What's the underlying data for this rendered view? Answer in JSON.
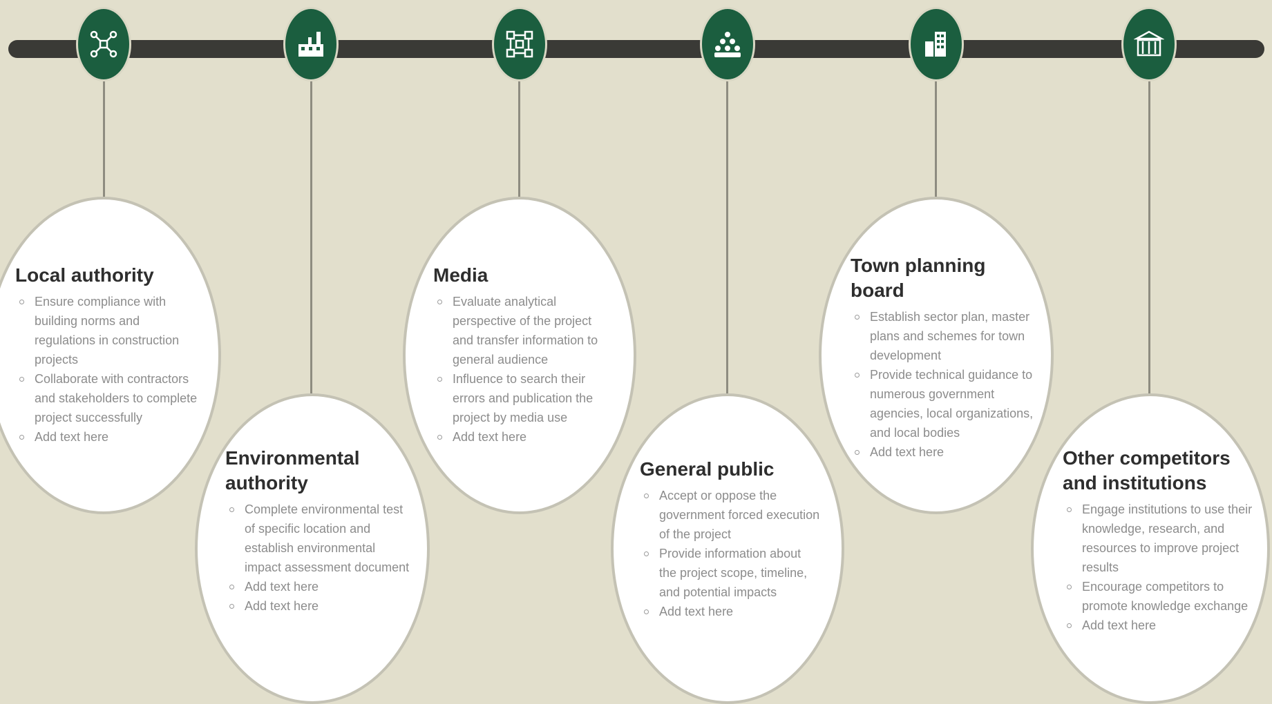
{
  "colors": {
    "background": "#e2dfcc",
    "timeline_bar": "#3a3a36",
    "icon_fill": "#1b5e3f",
    "icon_glyph": "#ffffff",
    "oval_fill": "#ffffff",
    "title_text": "#2e2e2e",
    "bullet_text": "#8c8c8c"
  },
  "stakeholders": [
    {
      "id": "local-authority",
      "icon": "network-nodes-icon",
      "title": "Local authority",
      "bullets": [
        "Ensure compliance with building norms and regulations in construction projects",
        "Collaborate with contractors and stakeholders to complete project successfully",
        "Add text here"
      ]
    },
    {
      "id": "environmental-authority",
      "icon": "factory-icon",
      "title": "Environmental authority",
      "bullets": [
        "Complete environmental test of specific location and establish environmental impact assessment document",
        "Add text here",
        "Add text here"
      ]
    },
    {
      "id": "media",
      "icon": "media-network-icon",
      "title": "Media",
      "bullets": [
        "Evaluate analytical perspective of the project and transfer information to general audience",
        "Influence to search their errors and publication the project by media use",
        "Add text here"
      ]
    },
    {
      "id": "general-public",
      "icon": "crowd-icon",
      "title": "General public",
      "bullets": [
        "Accept or oppose the government forced execution of the project",
        "Provide information about the project scope, timeline, and potential impacts",
        "Add text here"
      ]
    },
    {
      "id": "town-planning-board",
      "icon": "buildings-icon",
      "title": "Town planning board",
      "bullets": [
        "Establish sector plan, master plans and schemes for town development",
        "Provide technical guidance to numerous government agencies, local organizations, and local bodies",
        "Add text here"
      ]
    },
    {
      "id": "other-competitors",
      "icon": "institution-icon",
      "title": "Other competitors and institutions",
      "bullets": [
        "Engage institutions to use their knowledge, research, and resources to improve project results",
        "Encourage competitors to promote knowledge exchange",
        "Add text here"
      ]
    }
  ]
}
